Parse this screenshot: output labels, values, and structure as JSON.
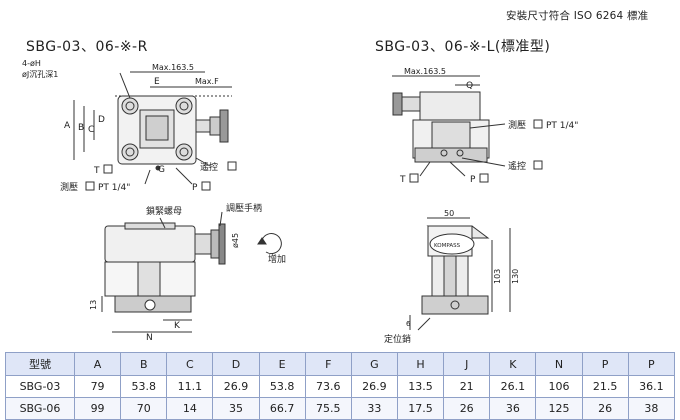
{
  "header": {
    "install_note": "安裝尺寸符合 ISO 6264 標准"
  },
  "views": {
    "r": {
      "title": "SBG-03、06-※-R",
      "labels": {
        "holes": "4-øH",
        "holes2": "øJ沉孔深1",
        "max163": "Max.163.5",
        "E": "E",
        "maxF": "Max.F",
        "A": "A",
        "B": "B",
        "C": "C",
        "D": "D",
        "G": "G",
        "T": "T",
        "remote": "遙控",
        "gauge": "測壓",
        "pt": "PT 1/4\"",
        "P": "P"
      }
    },
    "l": {
      "title": "SBG-03、06-※-L(標准型)",
      "labels": {
        "max163": "Max.163.5",
        "Q": "Q",
        "gauge": "測壓",
        "pt": "PT 1/4\"",
        "remote": "遙控",
        "T": "T",
        "P": "P"
      }
    },
    "side": {
      "labels": {
        "lock_nut": "鎖緊螺母",
        "handle": "調壓手柄",
        "dia": "ø45",
        "increase": "增加",
        "dim13": "13",
        "K": "K",
        "N": "N"
      }
    },
    "iso": {
      "labels": {
        "dim50": "50",
        "brand": "KOMPASS",
        "dim103": "103",
        "dim130": "130",
        "dim6": "6",
        "pin": "定位銷"
      }
    }
  },
  "table": {
    "headers": [
      "型號",
      "A",
      "B",
      "C",
      "D",
      "E",
      "F",
      "G",
      "H",
      "J",
      "K",
      "N",
      "P",
      "P"
    ],
    "rows": [
      [
        "SBG-03",
        "79",
        "53.8",
        "11.1",
        "26.9",
        "53.8",
        "73.6",
        "26.9",
        "13.5",
        "21",
        "26.1",
        "106",
        "21.5",
        "36.1"
      ],
      [
        "SBG-06",
        "99",
        "70",
        "14",
        "35",
        "66.7",
        "75.5",
        "33",
        "17.5",
        "26",
        "36",
        "125",
        "26",
        "38"
      ]
    ]
  },
  "colors": {
    "table_header_bg": "#dfe6f7",
    "table_border": "#8fa0c7",
    "drawing": "#333333"
  }
}
